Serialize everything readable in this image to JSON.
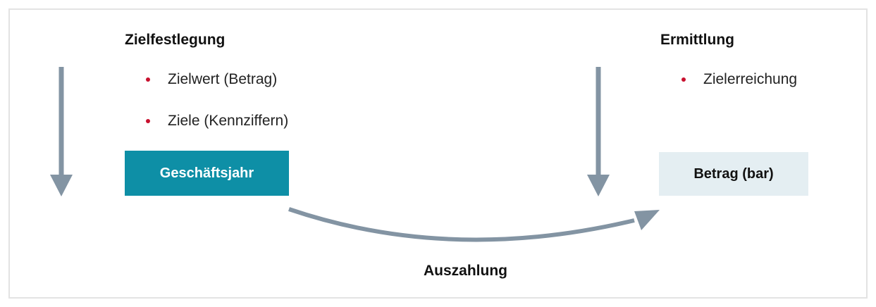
{
  "left_section": {
    "heading": "Zielfestlegung",
    "bullets": [
      "Zielwert (Betrag)",
      "Ziele (Kennziffern)"
    ],
    "box_label": "Geschäftsjahr"
  },
  "right_section": {
    "heading": "Ermittlung",
    "bullets": [
      "Zielerreichung"
    ],
    "box_label": "Betrag (bar)"
  },
  "flow": {
    "label": "Auszahlung"
  },
  "colors": {
    "primary_box": "#0e8fa6",
    "secondary_box": "#e4eef2",
    "arrow": "#8394a3",
    "bullet": "#c8102e",
    "frame_border": "#e3e3e3"
  },
  "icons": {
    "down_arrow": "down-arrow-icon",
    "curved_arrow": "curved-arrow-icon"
  }
}
